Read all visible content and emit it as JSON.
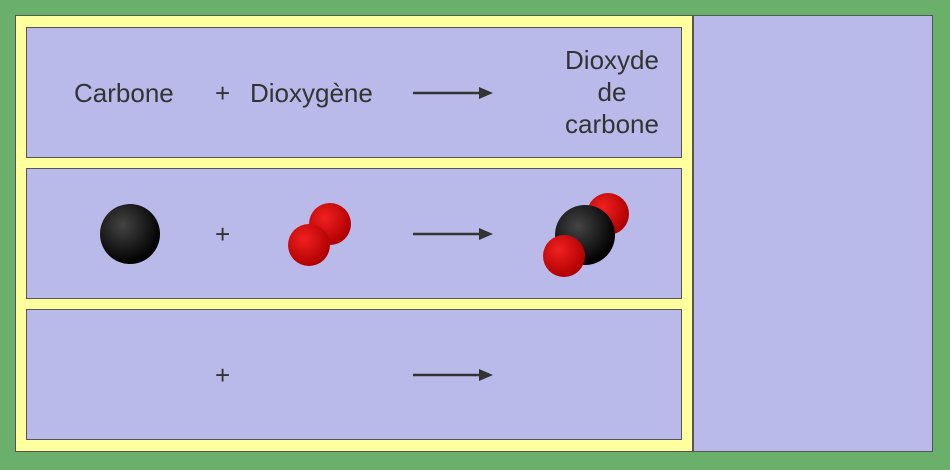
{
  "row1": {
    "reactant1": "Carbone",
    "plus": "+",
    "reactant2": "Dioxygène",
    "product_lines": [
      "Dioxyde",
      "de",
      "carbone"
    ]
  },
  "row2": {
    "plus": "+"
  },
  "row3": {
    "plus": "+"
  },
  "colors": {
    "background": "#6aaf6a",
    "frame": "#ffff9e",
    "panel": "#babaea",
    "carbon_atom": "#000000",
    "oxygen_atom": "#e00000",
    "text": "#333333"
  },
  "icons": [
    "right-arrow-icon",
    "carbon-atom-icon",
    "dioxygen-molecule-icon",
    "carbon-dioxide-molecule-icon"
  ]
}
